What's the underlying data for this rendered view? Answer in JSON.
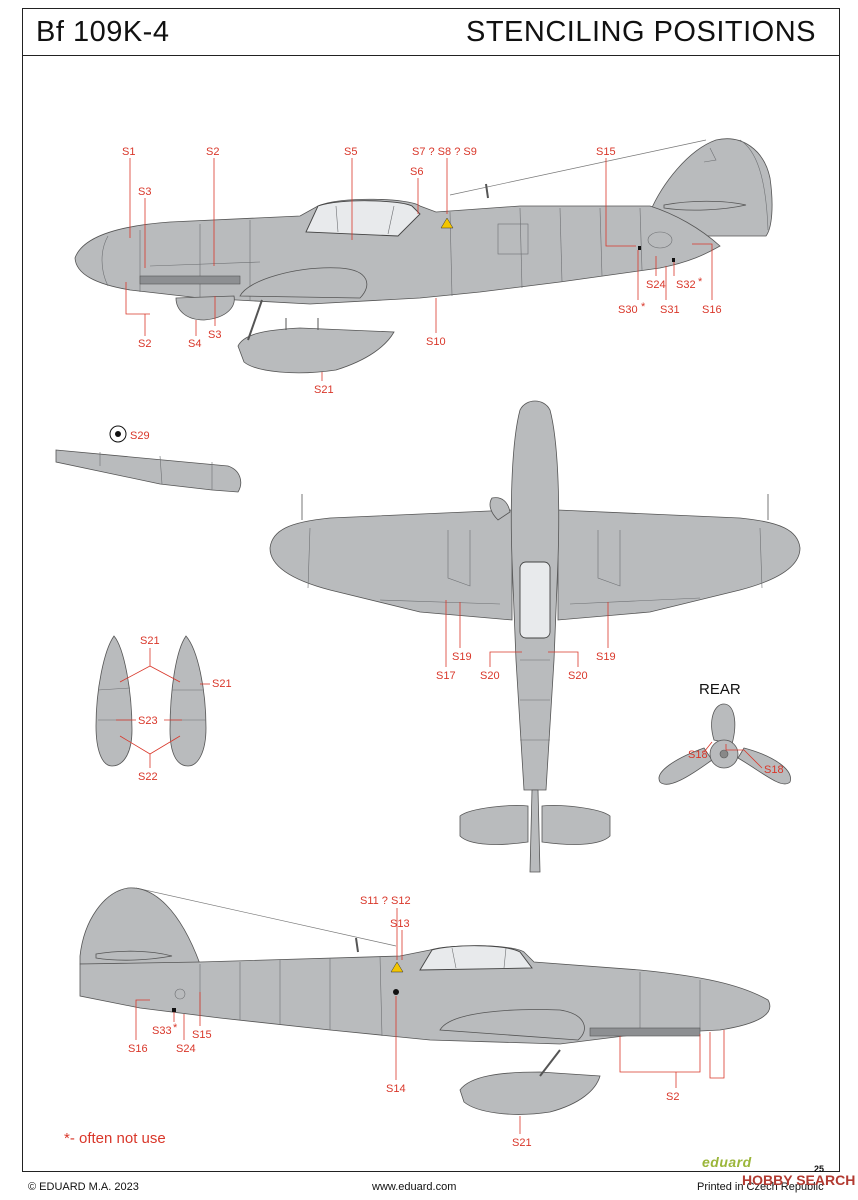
{
  "header": {
    "model": "Bf 109K-4",
    "title": "STENCILING POSITIONS"
  },
  "labels": {
    "side_top": [
      "S1",
      "S2",
      "S3",
      "S5",
      "S7 ? S8 ? S9",
      "S6",
      "S15",
      "S2",
      "S3",
      "S4",
      "S10",
      "S24",
      "S32",
      "S30",
      "S31",
      "S16",
      "S21"
    ],
    "wing_section": [
      "S29"
    ],
    "top_view": [
      "S19",
      "S17",
      "S20",
      "S20",
      "S19"
    ],
    "drop_tanks": [
      "S21",
      "S21",
      "S23",
      "S22"
    ],
    "prop": [
      "S18",
      "S18"
    ],
    "side_bottom": [
      "S11 ? S12",
      "S13",
      "S33",
      "S15",
      "S16",
      "S24",
      "S14",
      "S2",
      "S21"
    ]
  },
  "rear_label": "REAR",
  "asterisk": "*",
  "note": "*- often not use",
  "footer": {
    "copyright": "© EDUARD M.A. 2023",
    "website": "www.eduard.com",
    "printed": "Printed in Czech Republic",
    "brand": "eduard",
    "page_number": "25"
  },
  "watermark": "HOBBY SEARCH",
  "colors": {
    "aircraft": "#b9bbbd",
    "callout": "#d9372a",
    "outline": "#555555"
  }
}
